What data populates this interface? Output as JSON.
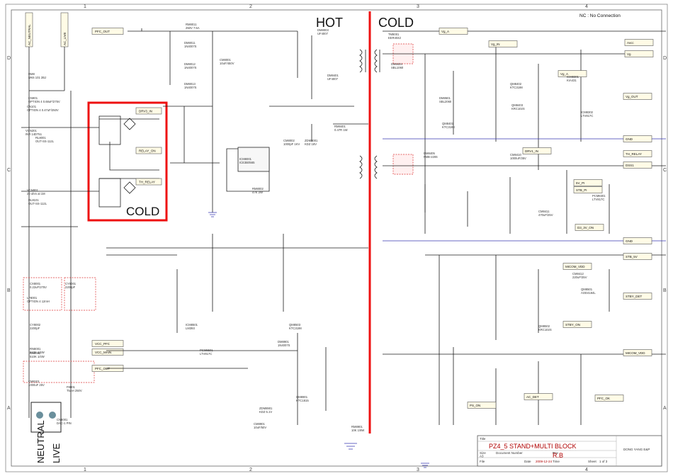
{
  "sheet": {
    "note": "NC : No Connection",
    "cols": [
      "1",
      "2",
      "3",
      "4"
    ],
    "rows": [
      "D",
      "C",
      "B",
      "A"
    ],
    "hot_label": "HOT",
    "cold_label": "COLD",
    "cold_box_label": "COLD",
    "input_labels": [
      "NEUTRAL",
      "LIVE"
    ],
    "top_left_ports": [
      "AC_NEUTRAL",
      "AC_LIVE"
    ],
    "relay_labels": [
      "DRV3_IN",
      "RELAY_ON",
      "TH_RELAY"
    ]
  },
  "ports_left": [
    "PFC_OUT",
    "VCC_PFC",
    "VCC_MAIN",
    "PFC_OUT"
  ],
  "ports_right": [
    "Vg_A",
    "Vg_IN",
    "Avcc",
    "Vg",
    "Vg_A",
    "Vg_OUT",
    "GND",
    "DRV1_IN",
    "TH_RELAY",
    "DSS1",
    "5V_PI",
    "STB_PI",
    "D3_3V_ON",
    "GND",
    "STB_5V",
    "MICOM_VDD",
    "STBY_DET",
    "STBY_ON",
    "MICOM_VDD",
    "PFC_OK",
    "PS_ON",
    "AC_DET"
  ],
  "title_block": {
    "title_label": "Title",
    "title": "PZ4_5 STAND+MULTI BLOCK",
    "size_label": "Size",
    "size": "A3",
    "doc_label": "Document Number",
    "doc": "R.B",
    "rev_label": "Rev",
    "file_label": "File",
    "date_label": "Date",
    "date": "2009-12-24",
    "time_label": "Time",
    "sheet_label": "Sheet",
    "sheet_of": "1 of 3",
    "company": "DONG YANG E&P"
  },
  "components": [
    {
      "ref": "RM8",
      "text": "MK6 101 2BJ"
    },
    {
      "ref": "CN901",
      "text": "OPTION 4 0.68uF/275V"
    },
    {
      "ref": "CN101",
      "text": "OPTION 4 0.47uF/250V"
    },
    {
      "ref": "VCN201",
      "text": "INR 14D751"
    },
    {
      "ref": "RL8001",
      "text": "OUT-SS-112L"
    },
    {
      "ref": "VCN001",
      "text": "20 ohm at 1M"
    },
    {
      "ref": "RL8101",
      "text": "OUT-SS-112L"
    },
    {
      "ref": "CX8001",
      "text": "0.22uF/275V"
    },
    {
      "ref": "LF8001",
      "text": "OPTION 4 12mH"
    },
    {
      "ref": "CY8001",
      "text": "2200pF"
    },
    {
      "ref": "CY8002",
      "text": "2200pF"
    },
    {
      "ref": "RN8001",
      "text": "510K 1/4W"
    },
    {
      "ref": "RN8002",
      "text": "510K 1/4W"
    },
    {
      "ref": "F8001",
      "text": "T5AH 250V"
    },
    {
      "ref": "CN8001",
      "text": "DAC-1 PIN"
    },
    {
      "ref": "RM8011",
      "text": "250V 7.5A"
    },
    {
      "ref": "DM8011",
      "text": "1N4007S"
    },
    {
      "ref": "DM8012",
      "text": "1N4007S"
    },
    {
      "ref": "DM8013",
      "text": "1N4007S"
    },
    {
      "ref": "CM8001",
      "text": "10uF/450V"
    },
    {
      "ref": "DM8401",
      "text": "UF4007"
    },
    {
      "ref": "RM8401",
      "text": "0.47R 1W"
    },
    {
      "ref": "ICM8001",
      "text": "ICE3B0565"
    },
    {
      "ref": "RM8002",
      "text": "47K 2W"
    },
    {
      "ref": "CM8002",
      "text": "1000pF 1KV"
    },
    {
      "ref": "ZDM8001",
      "text": "KDZ 18V"
    },
    {
      "ref": "DM8003",
      "text": "UF4007"
    },
    {
      "ref": "TM8001",
      "text": "EER4042"
    },
    {
      "ref": "DM8404",
      "text": "SBL1060"
    },
    {
      "ref": "DM8405",
      "text": "FMB-2206"
    },
    {
      "ref": "DM8501",
      "text": "SBL2060"
    },
    {
      "ref": "QM8401",
      "text": "KTC3198"
    },
    {
      "ref": "QM8402",
      "text": "KTC3198"
    },
    {
      "ref": "QM8403",
      "text": "KRC102S"
    },
    {
      "ref": "ICM8301",
      "text": "KIA431"
    },
    {
      "ref": "ICM8302",
      "text": "LTV817C"
    },
    {
      "ref": "PCM8301",
      "text": "LTV817C"
    },
    {
      "ref": "CM8410",
      "text": "1000uF/35V"
    },
    {
      "ref": "CM8411",
      "text": "470uF/25V"
    },
    {
      "ref": "CM8412",
      "text": "220uF/35V"
    },
    {
      "ref": "QM8501",
      "text": "AOD4184L"
    },
    {
      "ref": "QM8502",
      "text": "KRC102S"
    },
    {
      "ref": "QM8503",
      "text": "KTC3198"
    },
    {
      "ref": "ICM8501",
      "text": "LM393"
    },
    {
      "ref": "PCM8501",
      "text": "LTV817C"
    },
    {
      "ref": "DM8901",
      "text": "1N4007S"
    },
    {
      "ref": "QM8901",
      "text": "KTC1815"
    },
    {
      "ref": "ZDM8901",
      "text": "KDZ 5.1V"
    },
    {
      "ref": "CM8901",
      "text": "10uF/50V"
    },
    {
      "ref": "RM8901",
      "text": "10K 1/8W"
    },
    {
      "ref": "CM8101",
      "text": "1000uF 25V"
    }
  ]
}
